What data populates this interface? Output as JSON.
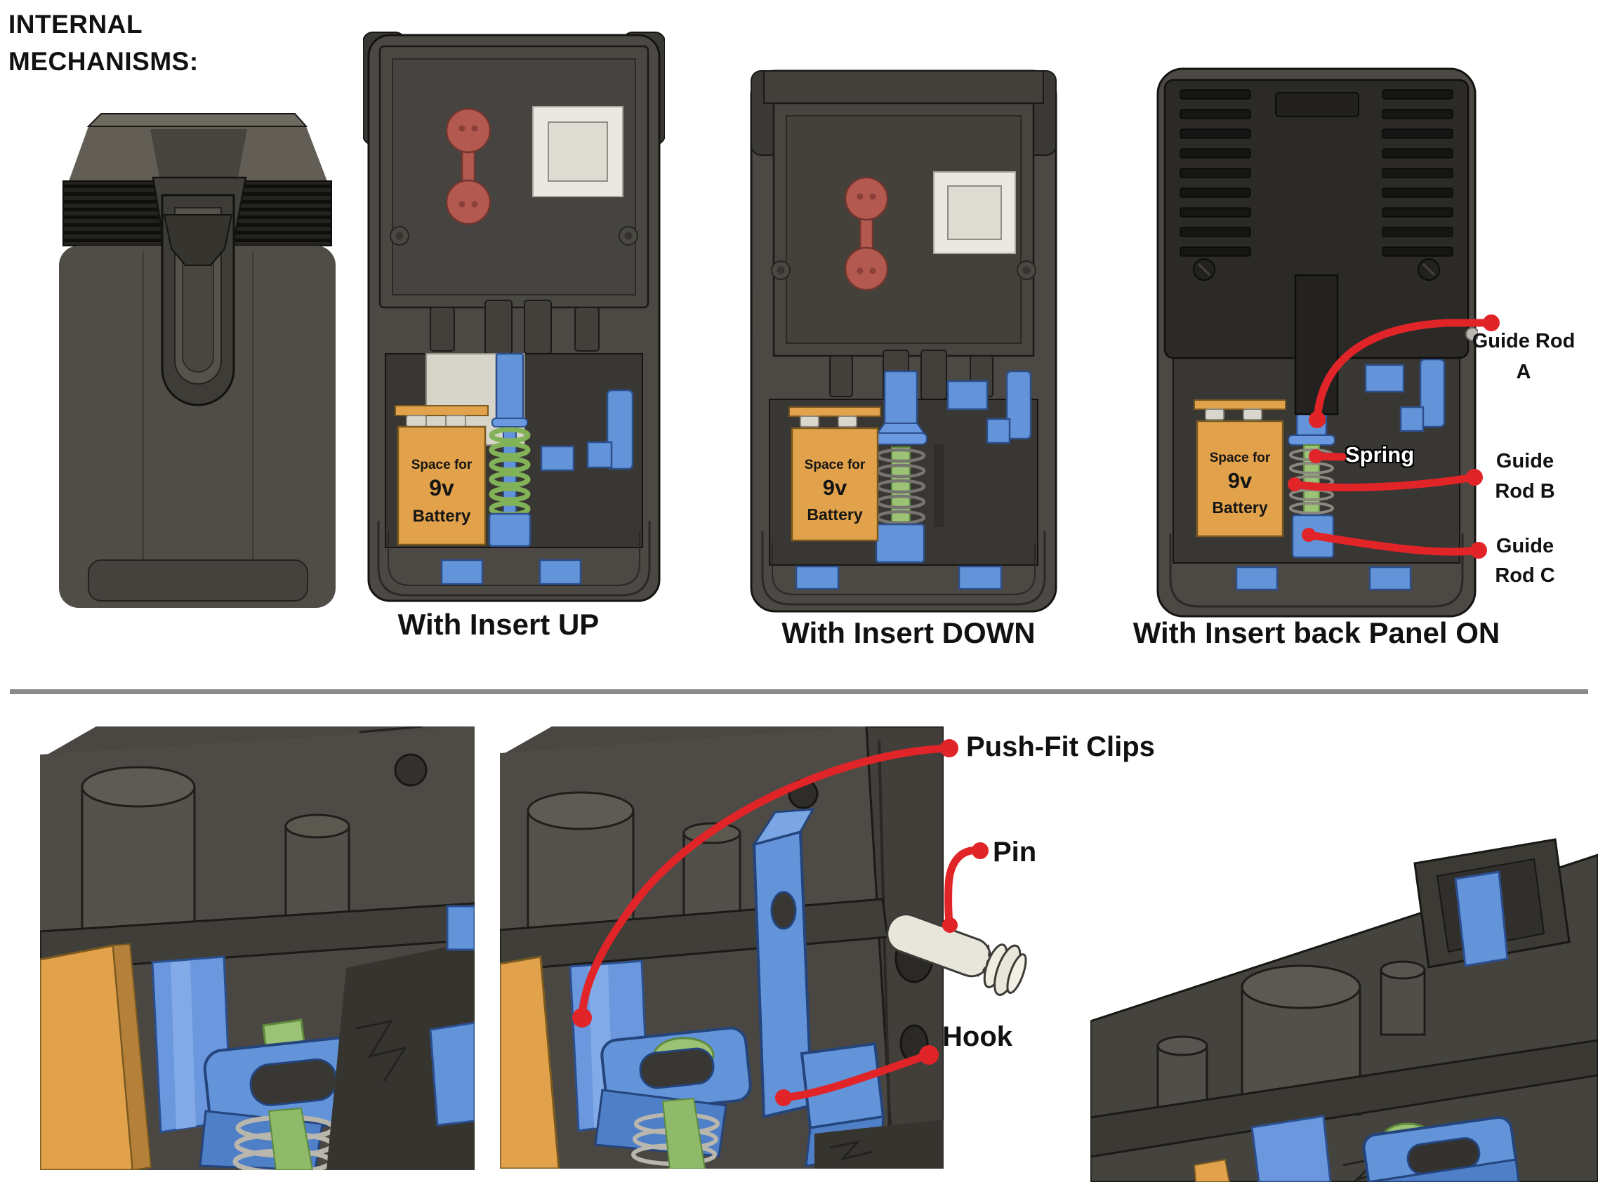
{
  "title": {
    "line1": "INTERNAL",
    "line2": "MECHANISMS:"
  },
  "top_views": {
    "closed": {
      "caption": ""
    },
    "insert_up": {
      "caption": "With Insert UP"
    },
    "insert_down": {
      "caption": "With Insert DOWN"
    },
    "back_panel_on": {
      "caption": "With Insert back Panel ON"
    }
  },
  "battery": {
    "line1": "Space for",
    "line2": "9v",
    "line3": "Battery"
  },
  "annotations": {
    "guide_rod_a": {
      "line1": "Guide Rod",
      "line2": "A"
    },
    "spring": {
      "label": "Spring"
    },
    "guide_rod_b": {
      "line1": "Guide",
      "line2": "Rod B"
    },
    "guide_rod_c": {
      "line1": "Guide",
      "line2": "Rod C"
    },
    "push_fit_clips": {
      "label": "Push-Fit Clips"
    },
    "pin": {
      "label": "Pin"
    },
    "hook": {
      "label": "Hook"
    }
  },
  "colors": {
    "annotation_red": "#e02428",
    "battery_orange": "#e2a24b",
    "part_blue": "#6394da",
    "part_green": "#9cc276",
    "body_gray": "#4c4944",
    "cavity_gray": "#393733",
    "panel_dark": "#2b2a27",
    "insert_red": "#b3594f",
    "pin_cream": "#e8e5da",
    "divider_gray": "#8a8a8a"
  }
}
